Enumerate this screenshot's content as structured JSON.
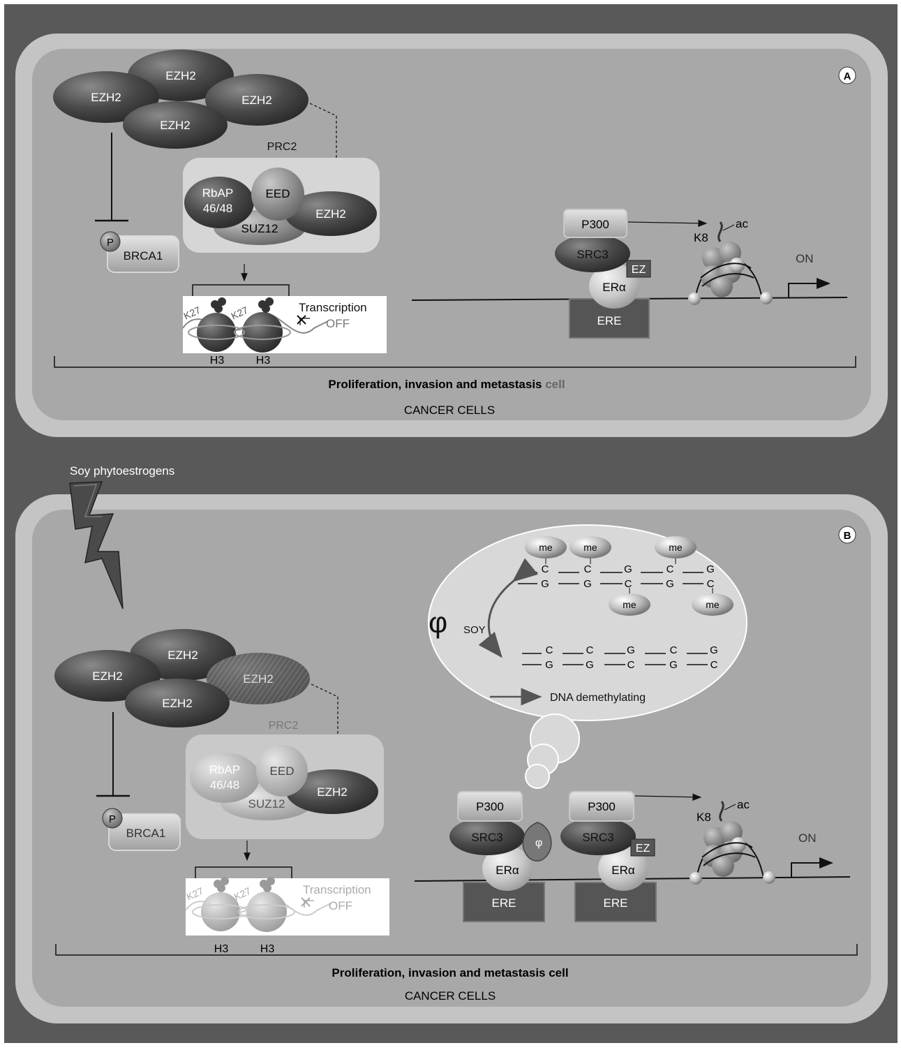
{
  "panel_a": {
    "letter": "A",
    "ezh2": [
      "EZH2",
      "EZH2",
      "EZH2",
      "EZH2"
    ],
    "prc2_label": "PRC2",
    "prc2": {
      "rbap_line1": "RbAP",
      "rbap_line2": "46/48",
      "eed": "EED",
      "ezh2": "EZH2",
      "suz12": "SUZ12"
    },
    "brca1": {
      "p": "P",
      "label": "BRCA1"
    },
    "nucleosomes": {
      "k27_a": "K27",
      "k27_b": "K27",
      "h3_a": "H3",
      "h3_b": "H3",
      "transcription": "Transcription",
      "off": "OFF"
    },
    "complex": {
      "p300": "P300",
      "src3": "SRC3",
      "ez": "EZ",
      "era": "ERα",
      "ere": "ERE"
    },
    "k8": "K8",
    "ac": "ac",
    "on": "ON",
    "bracket_label_main": "Proliferation, invasion and metastasis",
    "bracket_label_tail": " cell",
    "cells_label": "CANCER CELLS"
  },
  "soy_label": "Soy phytoestrogens",
  "panel_b": {
    "letter": "B",
    "ezh2": [
      "EZH2",
      "EZH2",
      "EZH2",
      "EZH2"
    ],
    "prc2_label": "PRC2",
    "prc2": {
      "rbap_line1": "RbAP",
      "rbap_line2": "46/48",
      "eed": "EED",
      "ezh2": "EZH2",
      "suz12": "SUZ12"
    },
    "brca1": {
      "p": "P",
      "label": "BRCA1"
    },
    "nucleosomes": {
      "k27_a": "K27",
      "k27_b": "K27",
      "h3_a": "H3",
      "h3_b": "H3",
      "transcription": "Transcription",
      "off": "OFF"
    },
    "methyl": {
      "me": [
        "me",
        "me",
        "me",
        "me",
        "me"
      ],
      "top_strand": [
        "C",
        "C",
        "G",
        "C",
        "G"
      ],
      "bottom_strand": [
        "G",
        "G",
        "C",
        "G",
        "C"
      ],
      "demethyl_top": [
        "C",
        "C",
        "G",
        "C",
        "G"
      ],
      "demethyl_bottom": [
        "G",
        "G",
        "C",
        "G",
        "C"
      ],
      "phi": "φ",
      "soy_sub": "SOY",
      "demethylating": "DNA demethylating"
    },
    "complex1": {
      "p300": "P300",
      "src3": "SRC3",
      "phi": "φ",
      "era": "ERα",
      "ere": "ERE"
    },
    "complex2": {
      "p300": "P300",
      "src3": "SRC3",
      "ez": "EZ",
      "era": "ERα",
      "ere": "ERE"
    },
    "k8": "K8",
    "ac": "ac",
    "on": "ON",
    "bracket_label": "Proliferation, invasion and metastasis cell",
    "cells_label": "CANCER CELLS"
  },
  "colors": {
    "outer_background": "#595959",
    "panel": "#a8a8a8",
    "ezh2": "#4a4a4a",
    "ere": "#555555"
  }
}
